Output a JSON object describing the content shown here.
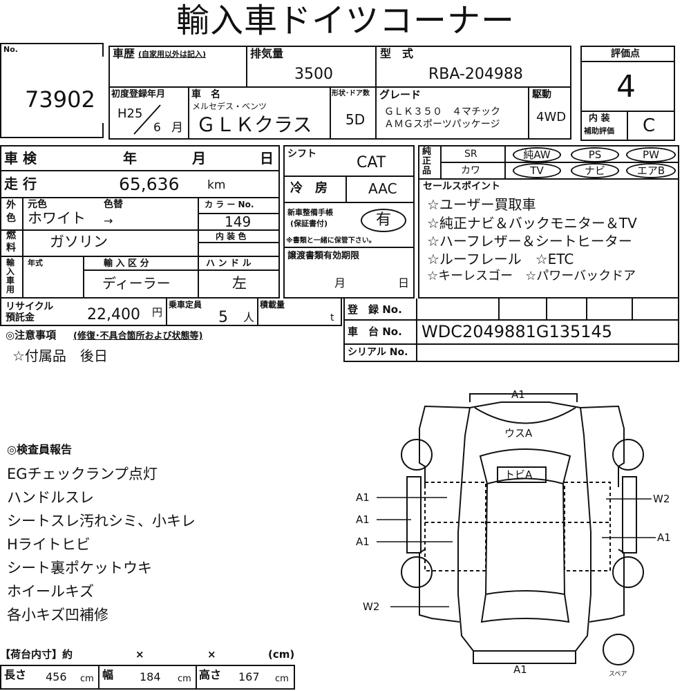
{
  "title": "輸入車ドイツコーナー",
  "lot": {
    "label": "No.",
    "number": "73902"
  },
  "history": {
    "label": "車歴",
    "note": "(自家用以外は記入)"
  },
  "displacement": {
    "label": "排気量",
    "value": "3500"
  },
  "model": {
    "label": "型　式",
    "value": "RBA-204988"
  },
  "rating": {
    "label": "評価点",
    "value": "4",
    "interior_label_1": "内 装",
    "interior_label_2": "補助評価",
    "interior_value": "C"
  },
  "first_reg": {
    "label": "初度登録年月",
    "era_year": "H25",
    "month": "6",
    "month_unit": "月"
  },
  "car_name": {
    "label": "車　名",
    "maker": "メルセデス・ベンツ",
    "name": "ＧＬＫクラス"
  },
  "doors": {
    "label": "形状･ドア数",
    "value": "5D"
  },
  "grade": {
    "label": "グレード",
    "line1": "ＧＬＫ３５０　４マチック",
    "line2": "ＡＭＧスポーツパッケージ"
  },
  "drive": {
    "label": "駆動",
    "value": "4WD"
  },
  "inspection": {
    "label": "車 検",
    "year": "年",
    "month": "月",
    "day": "日"
  },
  "shift": {
    "label": "シフト",
    "value": "CAT"
  },
  "equipment": {
    "label": "純正品",
    "sr": "SR",
    "aw": "純AW",
    "ps": "PS",
    "pw": "PW",
    "leather": "カワ",
    "tv": "TV",
    "navi": "ナビ",
    "airbag": "エアB"
  },
  "mileage": {
    "label": "走 行",
    "value": "65,636",
    "unit": "km"
  },
  "ac": {
    "label": "冷　房",
    "value": "AAC"
  },
  "selling_points": {
    "label": "セールスポイント",
    "items": [
      "☆ユーザー買取車",
      "☆純正ナビ＆バックモニター＆TV",
      "☆ハーフレザー＆シートヒーター",
      "☆ルーフレール　☆ETC",
      "☆キーレスゴー　☆パワーバックドア"
    ]
  },
  "color": {
    "label_1": "外",
    "label_2": "色",
    "orig_label": "元色",
    "repaint_label": "色替",
    "value": "ホワイト",
    "arrow": "→",
    "code_label": "カ ラ ー No.",
    "code": "149",
    "interior_label": "内 装 色"
  },
  "manual": {
    "label_1": "新車整備手帳",
    "label_2": "(保証書付)",
    "value": "有",
    "note": "※書類と一緒に保管下さい。"
  },
  "fuel": {
    "label_1": "燃",
    "label_2": "料",
    "value": "ガソリン"
  },
  "transfer": {
    "label": "譲渡書類有効期限",
    "month": "月",
    "day": "日"
  },
  "import": {
    "label": "輸入車用",
    "year_label": "年式",
    "class_label": "輸 入 区 分",
    "class_value": "ディーラー",
    "handle_label": "ハ ン ド ル",
    "handle_value": "左"
  },
  "recycle": {
    "label_1": "リサイクル",
    "label_2": "預託金",
    "value": "22,400",
    "unit": "円"
  },
  "capacity": {
    "label": "乗車定員",
    "value": "5",
    "unit": "人"
  },
  "load": {
    "label": "積載量",
    "unit": "t"
  },
  "registration": {
    "label": "登　録 No.",
    "chassis_label": "車　台 No.",
    "chassis_value": "WDC2049881G135145",
    "serial_label": "シリアル No."
  },
  "notes": {
    "label": "◎注意事項",
    "label_sub": "(修復･不具合箇所および状態等)",
    "line": "☆付属品　後日"
  },
  "report": {
    "label": "◎検査員報告",
    "items": [
      "EGチェックランプ点灯",
      "ハンドルスレ",
      "シートスレ汚れシミ、小キレ",
      "Hライトヒビ",
      "シート裏ポケットウキ",
      "ホイールキズ",
      "各小キズ凹補修"
    ]
  },
  "cargo": {
    "label": "【荷台内寸】約",
    "x1": "×",
    "x2": "×",
    "unit": "(cm)",
    "length_label": "長さ",
    "length": "456",
    "width_label": "幅",
    "width": "184",
    "height_label": "高さ",
    "height": "167",
    "cm": "cm"
  },
  "diagram": {
    "marks": {
      "front": "A1",
      "windshield": "ウスA",
      "roof": "トビA",
      "left_1": "A1",
      "left_2": "A1",
      "left_3": "A1",
      "left_rear": "W2",
      "right_1": "W2",
      "right_2": "A1",
      "rear": "A1",
      "spare": "スペア"
    }
  }
}
